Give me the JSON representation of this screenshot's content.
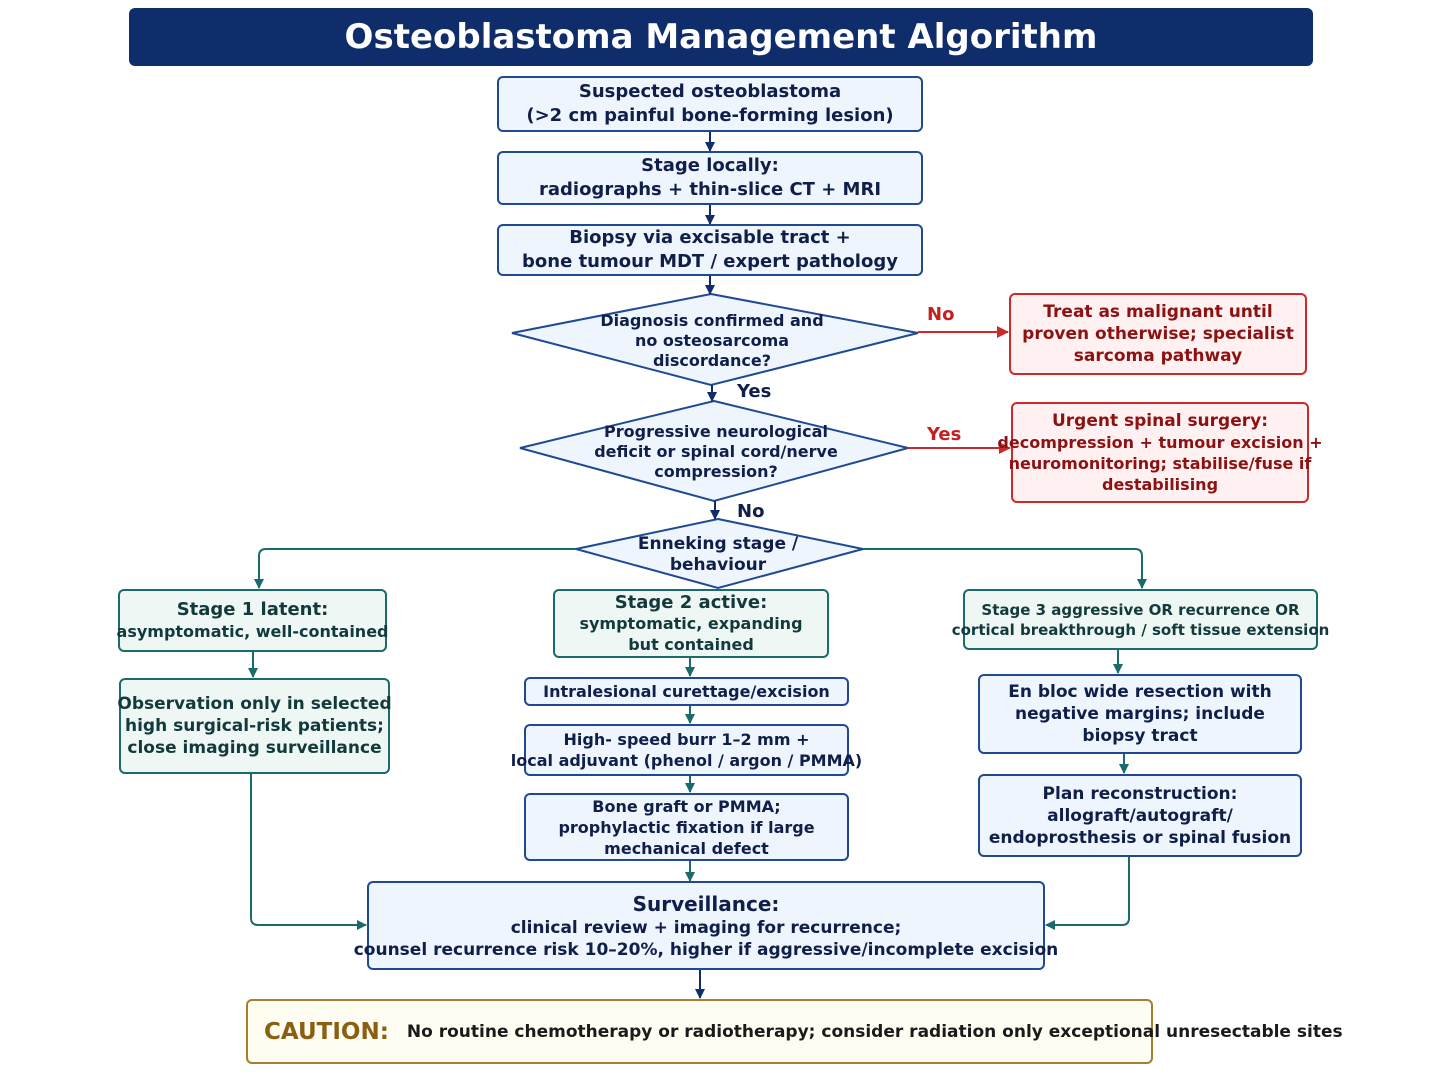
{
  "title": "Osteoblastoma Management Algorithm",
  "nodes": {
    "suspected": [
      "Suspected osteoblastoma",
      "(>2 cm painful bone-forming lesion)"
    ],
    "stage_locally": [
      "Stage locally:",
      "radiographs + thin-slice CT + MRI"
    ],
    "biopsy": [
      "Biopsy via excisable tract +",
      "bone tumour MDT / expert pathology"
    ],
    "diagnosis_q": [
      "Diagnosis confirmed and",
      "no osteosarcoma",
      "discordance?"
    ],
    "malignant": [
      "Treat as malignant until",
      "proven otherwise; specialist",
      "sarcoma pathway"
    ],
    "neuro_q": [
      "Progressive neurological",
      "deficit or spinal cord/nerve",
      "compression?"
    ],
    "spinal_surgery": [
      "Urgent spinal surgery:",
      "decompression + tumour excision +",
      "neuromonitoring; stabilise/fuse if",
      "destabilising"
    ],
    "enneking_q": [
      "Enneking stage /",
      "behaviour"
    ],
    "stage1": [
      "Stage 1 latent:",
      "asymptomatic, well-contained"
    ],
    "observation": [
      "Observation only in selected",
      "high surgical-risk patients;",
      "close imaging surveillance"
    ],
    "stage2": [
      "Stage 2 active:",
      "symptomatic, expanding",
      "but contained"
    ],
    "curettage": [
      "Intralesional curettage/excision"
    ],
    "burr": [
      "High- speed burr 1–2 mm +",
      "local adjuvant (phenol / argon / PMMA)"
    ],
    "graft": [
      "Bone graft or PMMA;",
      "prophylactic fixation if large",
      "mechanical defect"
    ],
    "stage3": [
      "Stage 3 aggressive OR recurrence OR",
      "cortical breakthrough / soft tissue extension"
    ],
    "en_bloc": [
      "En bloc wide resection with",
      "negative margins; include",
      "biopsy tract"
    ],
    "reconstruction": [
      "Plan reconstruction:",
      "allograft/autograft/",
      "endoprosthesis or spinal fusion"
    ],
    "surveillance": [
      "Surveillance:",
      "clinical review + imaging for recurrence;",
      "counsel recurrence risk 10–20%, higher if aggressive/incomplete excision"
    ]
  },
  "edge_labels": {
    "diag_no": "No",
    "diag_yes": "Yes",
    "neuro_yes": "Yes",
    "neuro_no": "No"
  },
  "caution": {
    "label": "CAUTION:",
    "text": "No routine chemotherapy or radiotherapy; consider radiation only exceptional unresectable sites"
  },
  "colors": {
    "title_bg": "#0f2d6b",
    "navy": "#1f4a93",
    "teal": "#1b6a6c",
    "red": "#cc2a2a",
    "caution_border": "#a57f2c"
  }
}
